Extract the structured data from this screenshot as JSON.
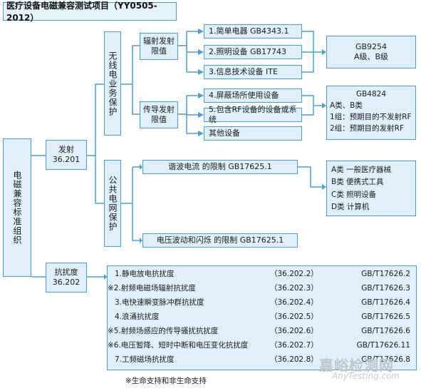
{
  "title": "医疗设备电磁兼容测试项目（YY0505-2012）",
  "root": "电磁兼容标准组织",
  "emission": {
    "label": "发射",
    "clause": "36.201"
  },
  "immunity": {
    "label": "抗扰度",
    "clause": "36.202"
  },
  "wireless_service": "无线电业务保护",
  "public_grid": "公共电网保护",
  "radiated": {
    "l1": "辐射发射",
    "l2": "限值"
  },
  "conducted": {
    "l1": "传导发射",
    "l2": "限值"
  },
  "equipment": [
    "1.简单电器 GB4343.1",
    "2.照明设备 GB17743",
    "3.信息技术设备 ITE",
    "4.屏蔽场所使用设备",
    "5.包含RF设备的设备或系统",
    "其他设备"
  ],
  "gb9254": {
    "l1": "GB9254",
    "l2": "A级、B级"
  },
  "gb4824": {
    "title": "GB4824",
    "l1": "A类、B类",
    "l2": "1组：预期目的不发射RF",
    "l3": "2组：预期目的发射RF"
  },
  "harmonic": "谐波电流  的限制 GB17625.1",
  "flicker": "电压波动和闪烁  的限制 GB17625.1",
  "device_classes": [
    "A类 一般医疗器械",
    "B类 便携式工具",
    "C类 照明设备",
    "D类 计算机"
  ],
  "immunity_tests": [
    {
      "name": "1.静电放电抗扰度",
      "clause": "（36.202.2）",
      "std": "GB/T17626.2"
    },
    {
      "name": "※2.射频电磁场辐射抗扰度",
      "clause": "（36.202.3）",
      "std": "GB/T17626.3"
    },
    {
      "name": "3.电快速瞬变脉冲群抗扰度",
      "clause": "（36.202.4）",
      "std": "GB/T17626.4"
    },
    {
      "name": "4.浪涌抗扰度",
      "clause": "（36.202.5）",
      "std": "GB/T17626.5"
    },
    {
      "name": "※5.射频场感应的传导骚扰抗扰度",
      "clause": "（36.202.6）",
      "std": "GB/T17626.6"
    },
    {
      "name": "※6.电压暂降、短时中断和电压变化抗扰度",
      "clause": "（36.202.7）",
      "std": "GB/T17626.11"
    },
    {
      "name": "7.工频磁场抗扰度",
      "clause": "（36.202.8）",
      "std": "GB/T17626.8"
    }
  ],
  "footnote": "※生命支持和非生命支持",
  "watermark": {
    "l1": "嘉峪检测网",
    "l2": "AnyTesting.com"
  }
}
